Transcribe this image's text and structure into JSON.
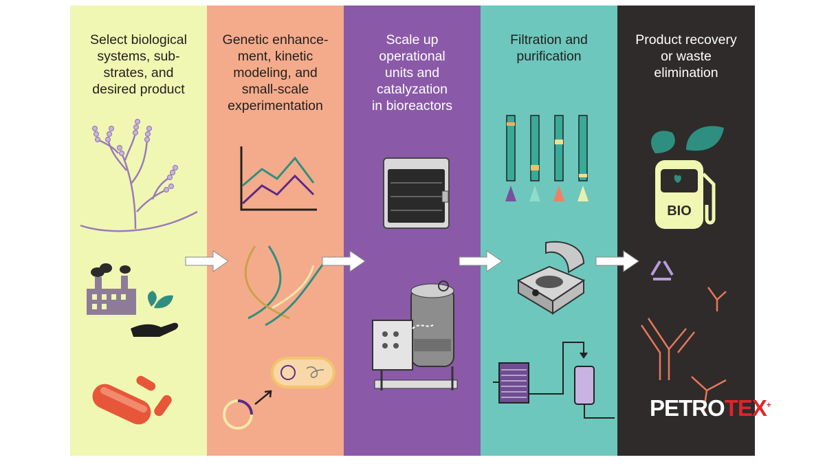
{
  "panels": [
    {
      "title": "Select biological\nsystems, sub-\nstrates, and\ndesired product"
    },
    {
      "title": "Genetic enhance-\nment, kinetic\nmodeling, and\nsmall-scale\nexperimentation"
    },
    {
      "title": "Scale up\noperational\nunits and\ncatalyzation\nin bioreactors"
    },
    {
      "title": "Filtration and\npurification"
    },
    {
      "title": "Product recovery\nor waste\nelimination"
    }
  ],
  "bio_label": "BIO",
  "logo": {
    "part1": "PETRO",
    "part2": "TEX",
    "mark": "+"
  },
  "colors": {
    "panel1": "#f0f7b3",
    "panel2": "#f4ab8b",
    "panel3": "#8a5aa8",
    "panel4": "#6ec7bc",
    "panel5": "#2e2b2a",
    "teal": "#2e8f80",
    "purple": "#7b4fa0",
    "accent_red": "#e0242a"
  },
  "icons": [
    "fungus-icon",
    "factory-icon",
    "plant-hand-icon",
    "bacteria-icon",
    "line-chart-icon",
    "dna-icon",
    "plasmid-icon",
    "incubator-icon",
    "bioreactor-icon",
    "chromatography-columns-icon",
    "centrifuge-icon",
    "filter-flow-icon",
    "fuel-pump-icon",
    "recycle-icon",
    "antibody-icon",
    "arrow-right-icon"
  ]
}
